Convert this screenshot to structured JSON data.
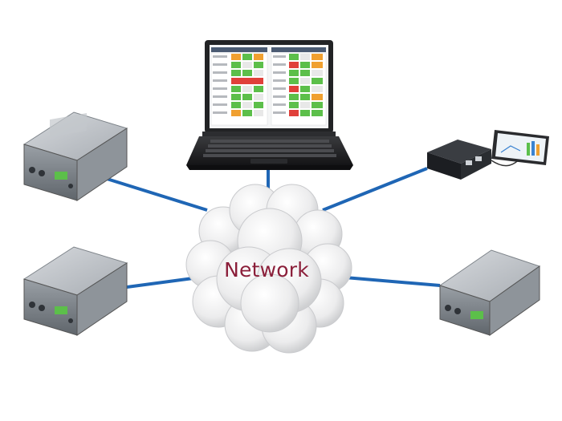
{
  "network": {
    "label": "Network"
  },
  "nodes": [
    {
      "name": "laptop-monitoring-station"
    },
    {
      "name": "data-logger-top-left"
    },
    {
      "name": "data-logger-bottom-left"
    },
    {
      "name": "data-logger-bottom-right"
    },
    {
      "name": "portable-analyzer-with-tablet"
    }
  ],
  "colors": {
    "link_line": "#1f66b5",
    "network_text": "#8b1f3a",
    "cloud_fill": "#e9e9ea",
    "cell_green": "#5cbf4a",
    "cell_red": "#e0403a",
    "cell_orange": "#f0a030"
  }
}
